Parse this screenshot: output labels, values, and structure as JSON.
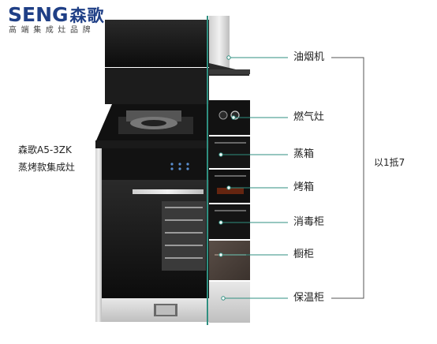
{
  "brand": {
    "name": "SENG",
    "name_cn": "森歌",
    "tagline": "高端集成灶品牌",
    "color": "#1f3f86"
  },
  "product": {
    "model": "森歌A5-3ZK",
    "type": "蒸烤款集成灶"
  },
  "components": [
    {
      "id": "range-hood",
      "label": "油烟机"
    },
    {
      "id": "gas-stove",
      "label": "燃气灶"
    },
    {
      "id": "steamer",
      "label": "蒸箱"
    },
    {
      "id": "oven",
      "label": "烤箱"
    },
    {
      "id": "sterilizer",
      "label": "消毒柜"
    },
    {
      "id": "cabinet",
      "label": "橱柜"
    },
    {
      "id": "warmer",
      "label": "保温柜"
    }
  ],
  "summary": "以1抵7",
  "colors": {
    "teal_line": "#2f8f80",
    "bracket": "#555555",
    "appliance_dark": "#141414"
  }
}
